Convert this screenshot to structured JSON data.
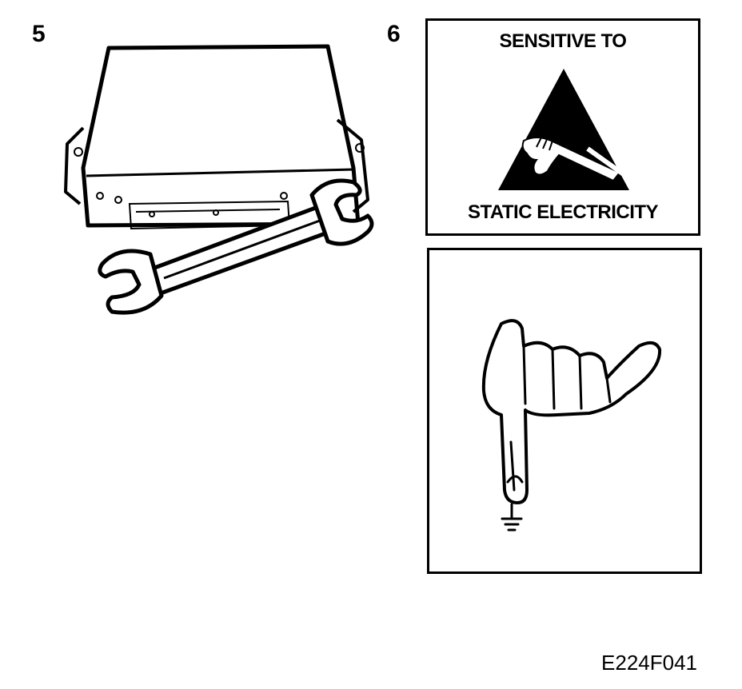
{
  "steps": {
    "step5_number": "5",
    "step6_number": "6"
  },
  "warning_label": {
    "line1": "SENSITIVE TO",
    "line2": "STATIC ELECTRICITY"
  },
  "figure_code": "E224F041",
  "icons": [
    "control-unit-icon",
    "wrench-icon",
    "esd-warning-triangle-icon",
    "grounded-finger-icon",
    "ground-symbol-icon"
  ],
  "colors": {
    "ink": "#000000",
    "paper": "#ffffff"
  }
}
